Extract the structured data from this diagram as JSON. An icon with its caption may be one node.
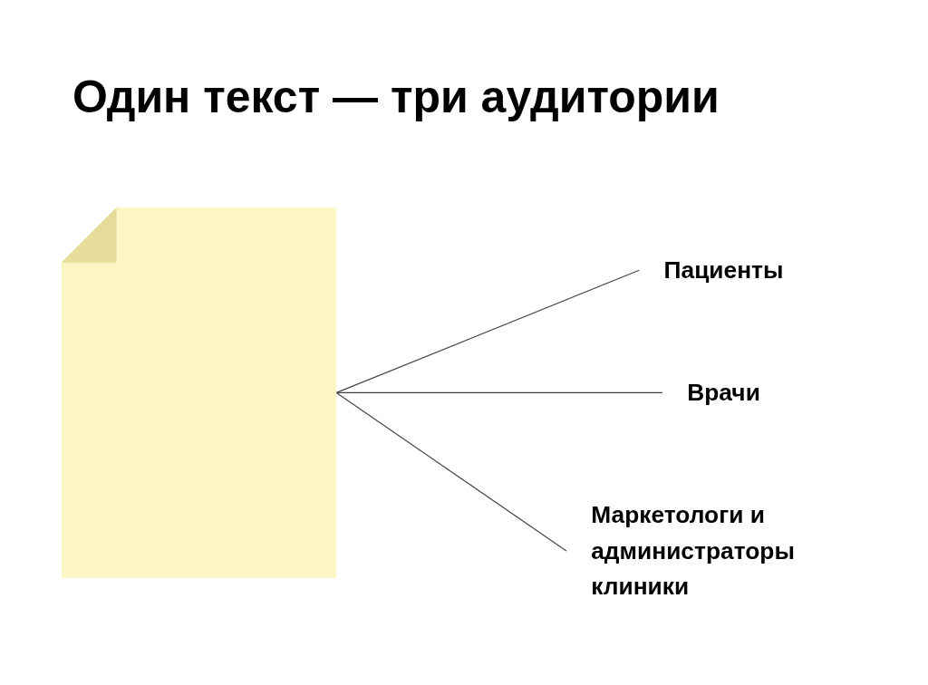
{
  "diagram": {
    "title": "Один текст — три аудитории",
    "nodes": [
      {
        "text": [],
        "shape": "document"
      },
      {
        "text": [
          "Пациенты"
        ]
      },
      {
        "text": [
          "Врачи"
        ]
      },
      {
        "text": [
          "Маркетологи и администраторы клиники"
        ]
      }
    ],
    "edges": [
      {
        "from": 0,
        "to": 1,
        "arrow": "none"
      },
      {
        "from": 0,
        "to": 2,
        "arrow": "none"
      },
      {
        "from": 0,
        "to": 3,
        "arrow": "none"
      }
    ]
  }
}
